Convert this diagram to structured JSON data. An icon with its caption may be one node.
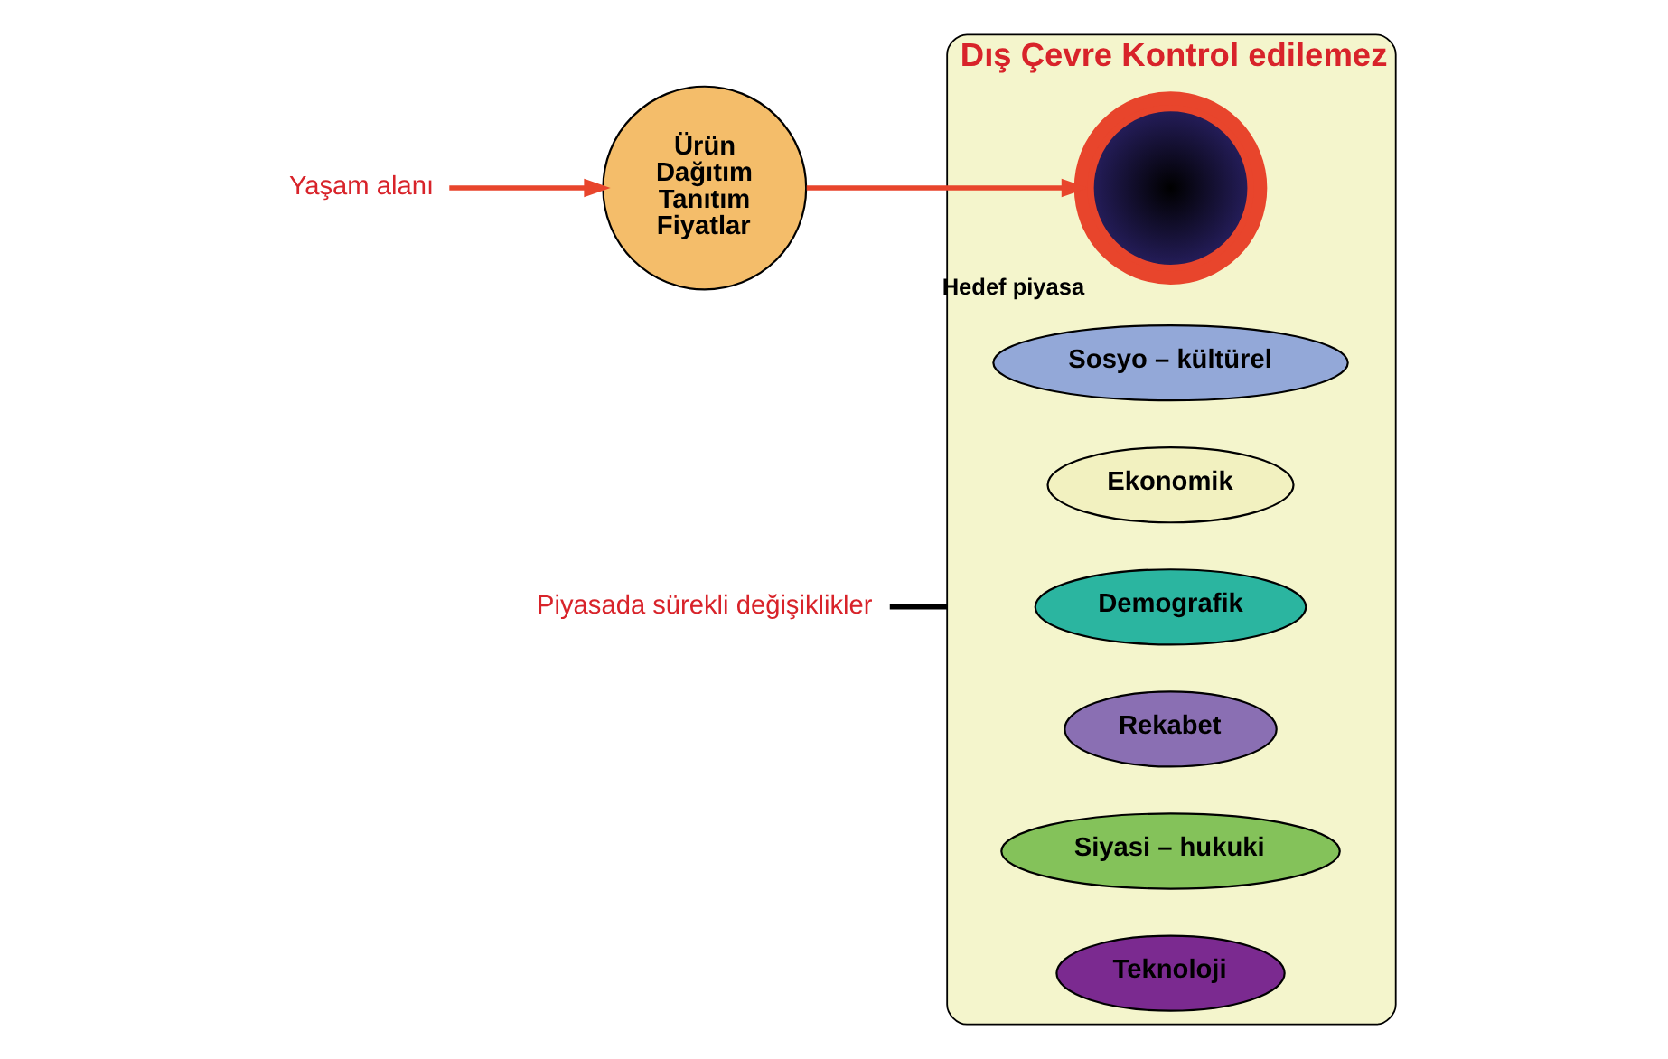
{
  "diagram": {
    "nodes": [
      {
        "text": [
          "Dış Çevre Kontrol edilemez"
        ]
      },
      {
        "text": [
          "Demografik"
        ],
        "in": 0
      },
      {
        "text": [
          "Sosyo – kültürel"
        ],
        "in": 0
      },
      {
        "text": [
          "Ekonomik"
        ],
        "in": 0
      },
      {
        "text": [
          "Hedef piyasa"
        ],
        "in": 0
      },
      {
        "text": [
          "Rekabet"
        ],
        "in": 0
      },
      {
        "text": [
          "Siyasi – hukuki"
        ],
        "in": 0
      },
      {
        "text": [
          "Teknoloji"
        ],
        "in": 0
      },
      {
        "text": [
          "Ürün",
          "Dağıtım",
          "Tanıtım",
          "Fiyatlar"
        ]
      },
      {
        "text": [
          "Piyasada sürekli değişiklikler"
        ]
      },
      {
        "text": [
          "Yaşam alanı"
        ]
      }
    ],
    "edges": [
      {
        "from": 8,
        "to": 4,
        "arrow": "to",
        "color": "#e8452c"
      },
      {
        "from": 10,
        "to": 8,
        "arrow": "to",
        "color": "#e8452c"
      },
      {
        "from": 9,
        "to": 0,
        "arrow": "none",
        "color": "#000000"
      }
    ]
  }
}
